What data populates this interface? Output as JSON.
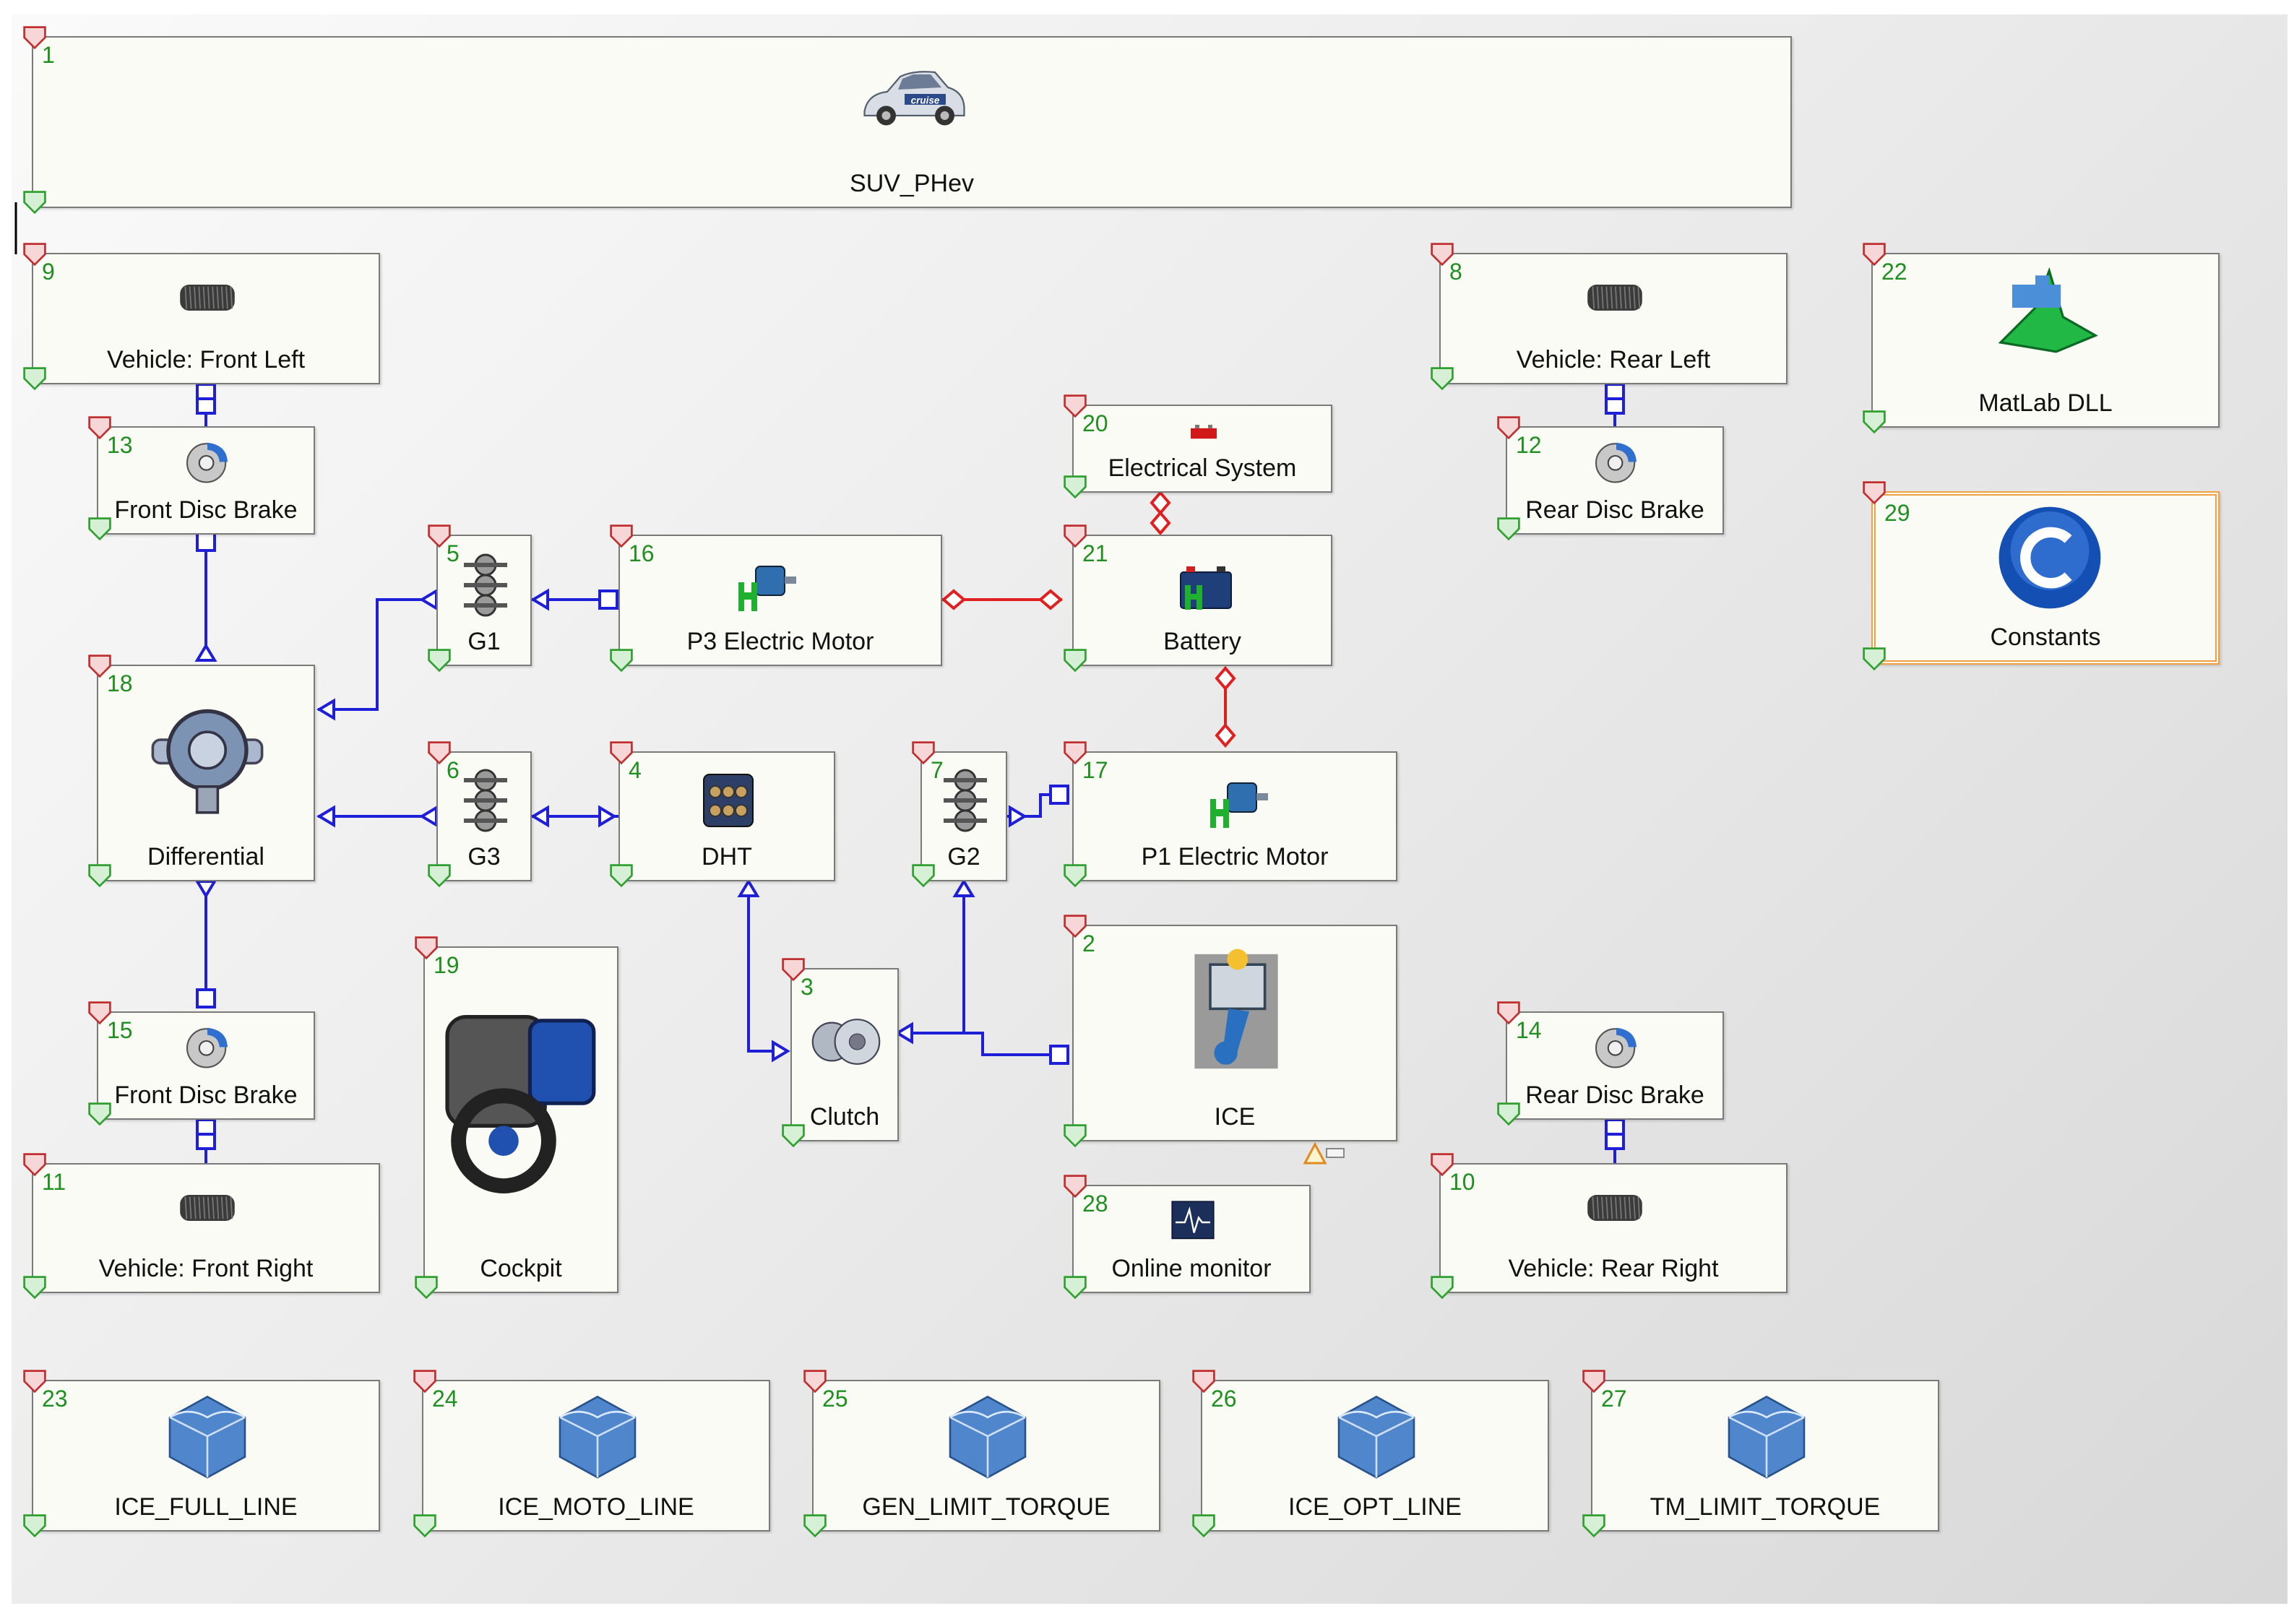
{
  "colors": {
    "mechanical_wire": "#1f1fd8",
    "electrical_wire": "#e02020",
    "number_text": "#1f8f1f",
    "selection_border": "#f0a040"
  },
  "components": {
    "c1": {
      "num": "1",
      "label": "SUV_PHev",
      "icon": "car-icon"
    },
    "c9": {
      "num": "9",
      "label": "Vehicle: Front Left",
      "icon": "tire-icon"
    },
    "c8": {
      "num": "8",
      "label": "Vehicle: Rear Left",
      "icon": "tire-icon"
    },
    "c22": {
      "num": "22",
      "label": "MatLab DLL",
      "icon": "matlab-icon"
    },
    "c13": {
      "num": "13",
      "label": "Front Disc Brake",
      "icon": "disc-brake-icon"
    },
    "c20": {
      "num": "20",
      "label": "Electrical System",
      "icon": "electrical-system-icon"
    },
    "c12": {
      "num": "12",
      "label": "Rear Disc Brake",
      "icon": "disc-brake-icon"
    },
    "c29": {
      "num": "29",
      "label": "Constants",
      "icon": "constants-icon"
    },
    "c5": {
      "num": "5",
      "label": "G1",
      "icon": "gear-set-icon"
    },
    "c16": {
      "num": "16",
      "label": "P3 Electric Motor",
      "icon": "electric-motor-icon"
    },
    "c21": {
      "num": "21",
      "label": "Battery",
      "icon": "battery-icon"
    },
    "c18": {
      "num": "18",
      "label": "Differential",
      "icon": "differential-icon"
    },
    "c6": {
      "num": "6",
      "label": "G3",
      "icon": "gear-set-icon"
    },
    "c4": {
      "num": "4",
      "label": "DHT",
      "icon": "transmission-icon"
    },
    "c7": {
      "num": "7",
      "label": "G2",
      "icon": "gear-set-icon"
    },
    "c17": {
      "num": "17",
      "label": "P1 Electric Motor",
      "icon": "electric-motor-icon"
    },
    "c19": {
      "num": "19",
      "label": "Cockpit",
      "icon": "cockpit-icon"
    },
    "c3": {
      "num": "3",
      "label": "Clutch",
      "icon": "clutch-icon"
    },
    "c2": {
      "num": "2",
      "label": "ICE",
      "icon": "engine-piston-icon"
    },
    "c15": {
      "num": "15",
      "label": "Front Disc Brake",
      "icon": "disc-brake-icon"
    },
    "c14": {
      "num": "14",
      "label": "Rear Disc Brake",
      "icon": "disc-brake-icon"
    },
    "c11": {
      "num": "11",
      "label": "Vehicle: Front Right",
      "icon": "tire-icon"
    },
    "c28": {
      "num": "28",
      "label": "Online monitor",
      "icon": "monitor-icon"
    },
    "c10": {
      "num": "10",
      "label": "Vehicle: Rear Right",
      "icon": "tire-icon"
    },
    "c23": {
      "num": "23",
      "label": "ICE_FULL_LINE",
      "icon": "map-surface-icon"
    },
    "c24": {
      "num": "24",
      "label": "ICE_MOTO_LINE",
      "icon": "map-surface-icon"
    },
    "c25": {
      "num": "25",
      "label": "GEN_LIMIT_TORQUE",
      "icon": "map-surface-icon"
    },
    "c26": {
      "num": "26",
      "label": "ICE_OPT_LINE",
      "icon": "map-surface-icon"
    },
    "c27": {
      "num": "27",
      "label": "TM_LIMIT_TORQUE",
      "icon": "map-surface-icon"
    }
  },
  "car_logo_text": "cruise"
}
